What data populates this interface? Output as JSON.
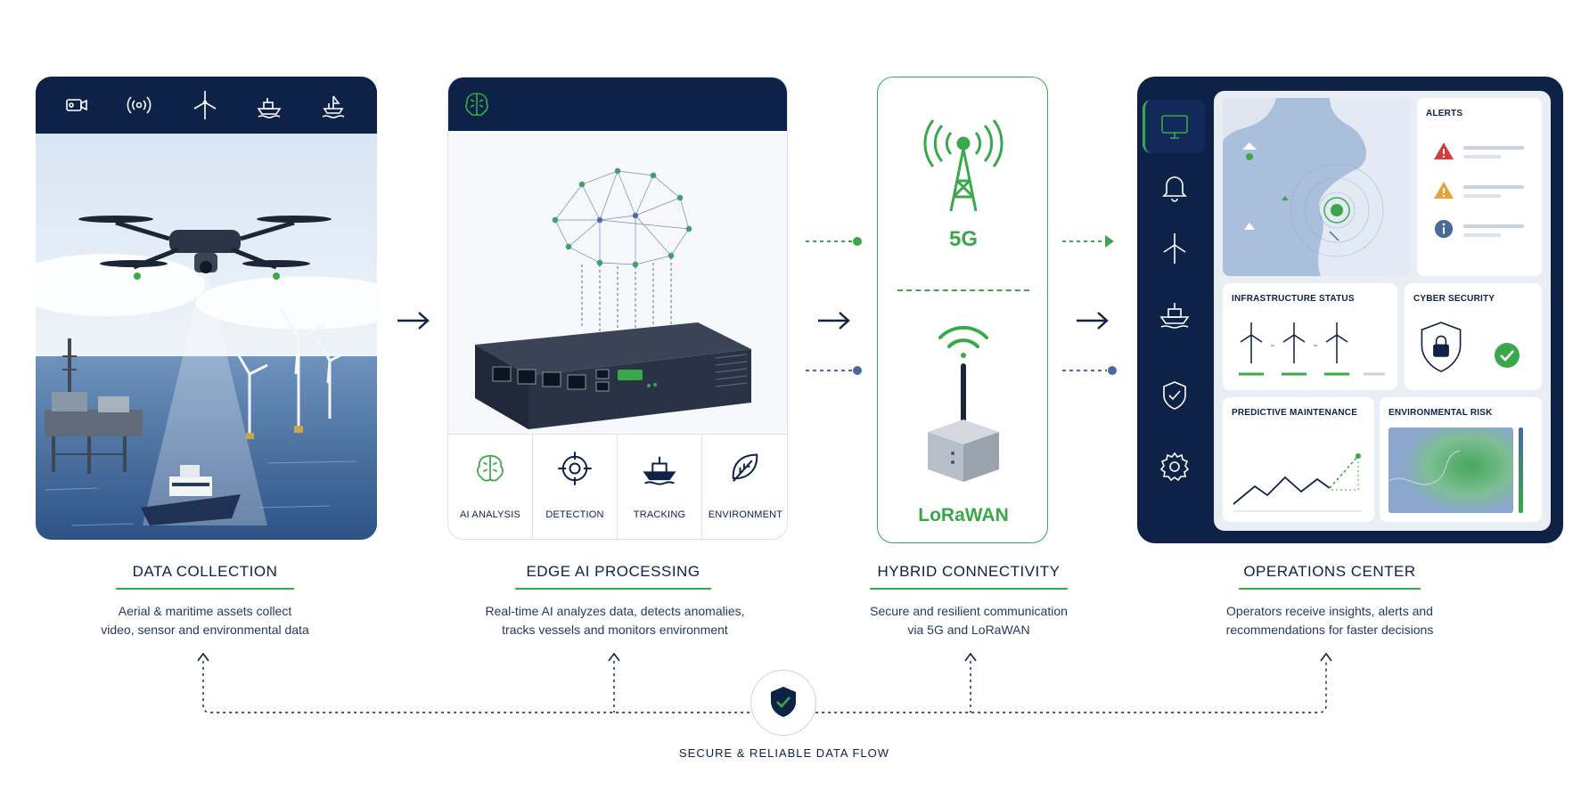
{
  "stages": [
    {
      "title": "DATA COLLECTION",
      "description": [
        "Aerial & maritime assets collect",
        "video, sensor and environmental data"
      ]
    },
    {
      "title": "EDGE AI PROCESSING",
      "description": [
        "Real-time AI analyzes data, detects anomalies,",
        "tracks vessels and monitors environment"
      ]
    },
    {
      "title": "HYBRID CONNECTIVITY",
      "description": [
        "Secure and resilient communication",
        "via 5G and LoRaWAN"
      ]
    },
    {
      "title": "OPERATIONS CENTER",
      "description": [
        "Operators receive insights, alerts and",
        "recommendations for faster decisions"
      ]
    }
  ],
  "data_collection_icons": [
    "camera-icon",
    "sensor-signal-icon",
    "wind-turbine-icon",
    "vessel-icon",
    "offshore-platform-icon"
  ],
  "edge_tiles": [
    {
      "label": "AI ANALYSIS",
      "icon": "brain-icon"
    },
    {
      "label": "DETECTION",
      "icon": "target-icon"
    },
    {
      "label": "TRACKING",
      "icon": "ship-icon"
    },
    {
      "label": "ENVIRONMENT",
      "icon": "leaf-icon"
    }
  ],
  "connectivity": {
    "fiveg_label": "5G",
    "lorawan_label": "LoRaWAN"
  },
  "dashboard": {
    "alerts_title": "ALERTS",
    "infrastructure_title": "INFRASTRUCTURE STATUS",
    "cyber_title": "CYBER SECURITY",
    "maintenance_title": "PREDICTIVE MAINTENANCE",
    "environmental_title": "ENVIRONMENTAL RISK",
    "sidebar_icons": [
      "monitor-icon",
      "bell-icon",
      "wind-turbine-icon",
      "ship-icon",
      "shield-check-icon",
      "gear-icon"
    ]
  },
  "footer": {
    "label": "SECURE & RELIABLE DATA FLOW"
  },
  "colors": {
    "navy": "#0e2147",
    "green": "#3aa84a",
    "alert_red": "#d63b3b",
    "alert_amber": "#e8a23a",
    "info_blue": "#4a6b99"
  }
}
